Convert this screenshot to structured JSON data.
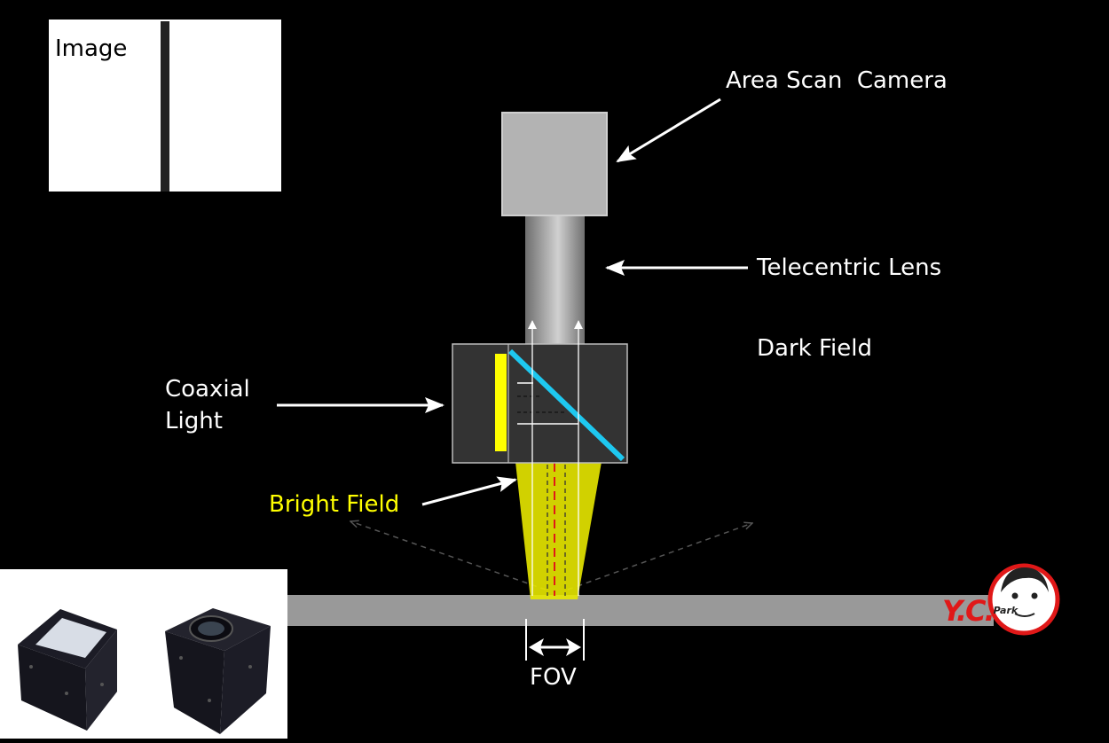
{
  "labels": {
    "camera": "Area Scan  Camera",
    "lens": "Telecentric Lens",
    "dark_field": "Dark Field",
    "coaxial_light": "Coaxial Light",
    "bright_field": "Bright Field",
    "fov": "FOV",
    "image_inset": "Image"
  },
  "logo": {
    "text": "Y.C.",
    "superscript": "Park"
  },
  "colors": {
    "background": "#000000",
    "camera_body": "#b3b3b3",
    "lens_body": "#9a9a9a",
    "light_housing": "#333333",
    "beamsplitter": "#1ec8f0",
    "led_strip": "#ffff00",
    "bright_field_cone": "#e8e800",
    "bright_field_text": "#ffff00",
    "conveyor": "#999999",
    "logo_red": "#e01818"
  }
}
